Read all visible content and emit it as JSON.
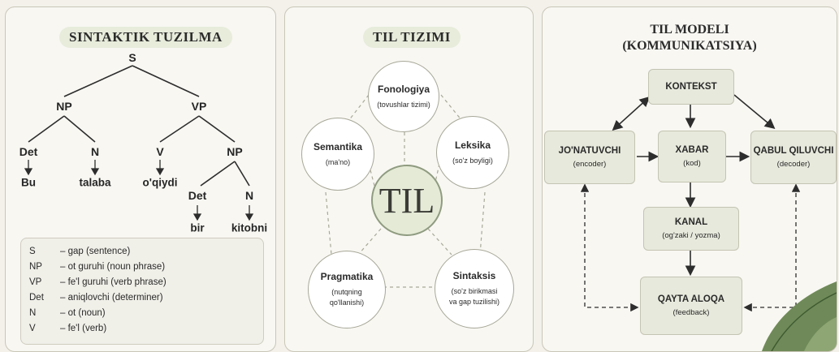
{
  "panel1": {
    "title": "SINTAKTIK TUZILMA",
    "tree": {
      "s": "S",
      "np": "NP",
      "vp": "VP",
      "det1": "Det",
      "n1": "N",
      "v": "V",
      "np2": "NP",
      "det2": "Det",
      "n2": "N",
      "bu": "Bu",
      "talaba": "talaba",
      "oqiydi": "o'qiydi",
      "bir": "bir",
      "kitobni": "kitobni"
    },
    "legend": [
      {
        "abbr": "S",
        "desc": "– gap (sentence)"
      },
      {
        "abbr": "NP",
        "desc": "– ot guruhi (noun phrase)"
      },
      {
        "abbr": "VP",
        "desc": "– fe'l guruhi (verb phrase)"
      },
      {
        "abbr": "Det",
        "desc": "– aniqlovchi (determiner)"
      },
      {
        "abbr": "N",
        "desc": "– ot (noun)"
      },
      {
        "abbr": "V",
        "desc": "– fe'l (verb)"
      }
    ]
  },
  "panel2": {
    "title": "TIL TIZIMI",
    "center": "TIL",
    "nodes": {
      "fonologiya": {
        "title": "Fonologiya",
        "sub": "(tovushlar tizimi)"
      },
      "leksika": {
        "title": "Leksika",
        "sub": "(so'z boyligi)"
      },
      "semantika": {
        "title": "Semantika",
        "sub": "(ma'no)"
      },
      "pragmatika": {
        "title": "Pragmatika",
        "sub1": "(nutqning",
        "sub2": "qo'llanishi)"
      },
      "sintaksis": {
        "title": "Sintaksis",
        "sub1": "(so'z birikmasi",
        "sub2": "va gap tuzilishi)"
      }
    }
  },
  "panel3": {
    "title1": "TIL MODELI",
    "title2": "(KOMMUNIKATSIYA)",
    "boxes": {
      "kontekst": {
        "title": "KONTEKST"
      },
      "jonatuvchi": {
        "title": "JO'NATUVCHI",
        "sub": "(encoder)"
      },
      "xabar": {
        "title": "XABAR",
        "sub": "(kod)"
      },
      "qabul": {
        "title": "QABUL QILUVCHI",
        "sub": "(decoder)"
      },
      "kanal": {
        "title": "KANAL",
        "sub": "(og'zaki / yozma)"
      },
      "qayta": {
        "title": "QAYTA ALOQA",
        "sub": "(feedback)"
      }
    }
  },
  "colors": {
    "panel_bg": "#f8f7f2",
    "box_bg": "#e7e9dc",
    "center_circle": "#e4ead6",
    "leaf": "#5f7a4a"
  }
}
